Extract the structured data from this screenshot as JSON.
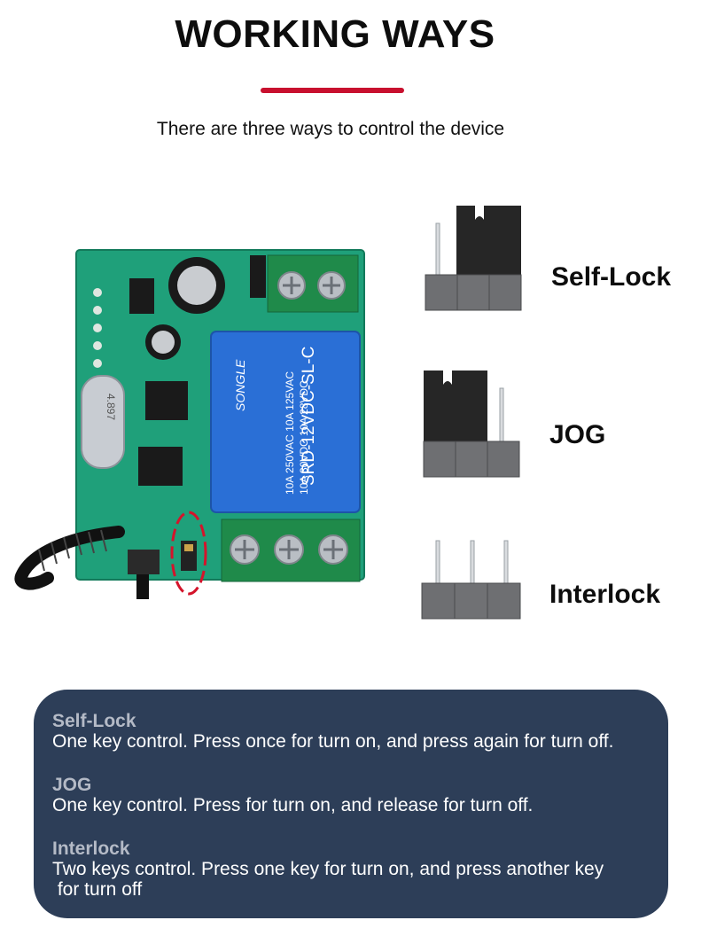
{
  "header": {
    "title": "WORKING WAYS",
    "subtitle": "There are three ways to control the device"
  },
  "board_printing": {
    "relay_brand": "SONGLE",
    "relay_model": "SRD-12VDC-SL-C",
    "relay_rating_1": "10A 250VAC  10A 125VAC",
    "relay_rating_2": "10A  30VDC  10A  28VDC",
    "crystal_label": "4.897"
  },
  "modes": [
    {
      "label": "Self-Lock"
    },
    {
      "label": "JOG"
    },
    {
      "label": "Interlock"
    }
  ],
  "descriptions": [
    {
      "heading": "Self-Lock",
      "text": "One key control. Press once for turn on, and press again for turn off."
    },
    {
      "heading": "JOG",
      "text": "One key control. Press for turn on, and release for turn off."
    },
    {
      "heading": "Interlock",
      "text": "Two keys control. Press one key for turn on, and press another key\n for turn off"
    }
  ],
  "colors": {
    "accent": "#c8102e",
    "panel": "#2d3e58",
    "panel_heading": "#b4bac6",
    "pcb": "#1fa07a",
    "relay": "#2a6fd6"
  }
}
